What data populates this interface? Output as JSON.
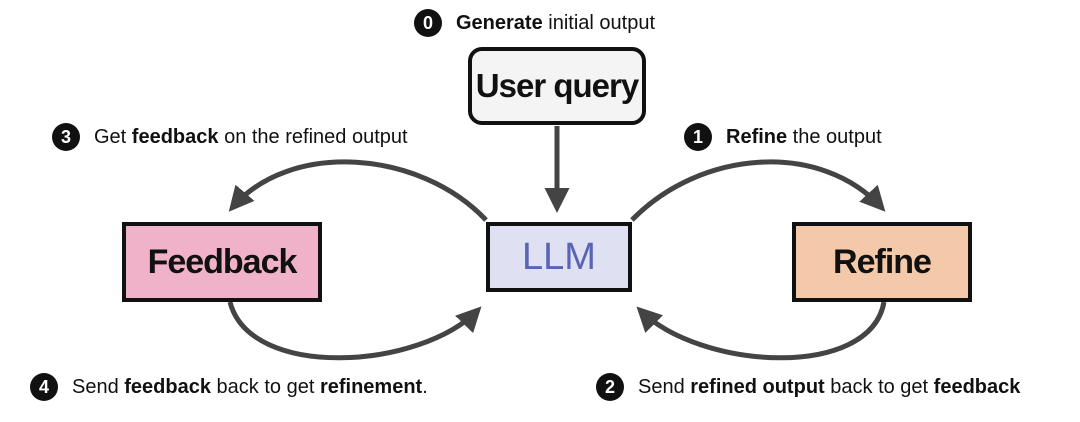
{
  "nodes": {
    "user_query": "User query",
    "llm": "LLM",
    "feedback": "Feedback",
    "refine": "Refine"
  },
  "steps": {
    "s0": {
      "num": "0",
      "bold": "Generate",
      "rest": " initial output"
    },
    "s1": {
      "num": "1",
      "bold": "Refine",
      "rest": " the output"
    },
    "s2": {
      "num": "2",
      "pre": "Send ",
      "bold1": "refined output",
      "mid": " back to get ",
      "bold2": "feedback"
    },
    "s3": {
      "num": "3",
      "pre": "Get ",
      "bold": "feedback",
      "rest": " on the refined output"
    },
    "s4": {
      "num": "4",
      "pre": "Send ",
      "bold1": "feedback",
      "mid": " back to get ",
      "bold2": "refinement",
      "end": "."
    }
  },
  "colors": {
    "llm_fill": "#dfe1f3",
    "llm_text": "#5a64b6",
    "feedback_fill": "#f0b2c8",
    "refine_fill": "#f3c9aa",
    "query_fill": "#f4f4f4",
    "arrow": "#444444"
  }
}
